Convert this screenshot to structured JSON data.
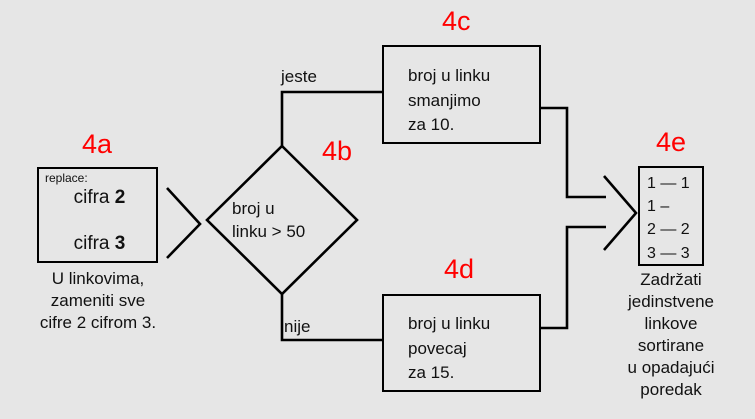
{
  "background_color": "#e6e6e6",
  "accent_color": "#ff0000",
  "line_color": "#000000",
  "steps": {
    "a": "4a",
    "b": "4b",
    "c": "4c",
    "d": "4d",
    "e": "4e"
  },
  "node_4a": {
    "id": "4a",
    "header": "replace:",
    "from_prefix": "cifra ",
    "from_value": "2",
    "to_prefix": "cifra ",
    "to_value": "3",
    "caption_line1": "U linkovima,",
    "caption_line2": "zameniti sve",
    "caption_line3": "cifre 2 cifrom 3."
  },
  "node_4b": {
    "id": "4b",
    "shape": "diamond",
    "text_line1": "broj u",
    "text_line2": "linku > 50"
  },
  "node_4c": {
    "id": "4c",
    "text_line1": "broj u linku",
    "text_line2": "smanjimo",
    "text_line3": "za 10."
  },
  "node_4d": {
    "id": "4d",
    "text_line1": "broj u linku",
    "text_line2": "povecaj",
    "text_line3": "za 15."
  },
  "node_4e": {
    "id": "4e",
    "rows": [
      "1 — 1",
      "1 –",
      "2 — 2",
      "3 — 3"
    ],
    "caption_line1": "Zadržati",
    "caption_line2": "jedinstvene",
    "caption_line3": "linkove",
    "caption_line4": "sortirane",
    "caption_line5": "u opadajući",
    "caption_line6": "poredak"
  },
  "edges": {
    "true_label": "jeste",
    "false_label": "nije"
  }
}
